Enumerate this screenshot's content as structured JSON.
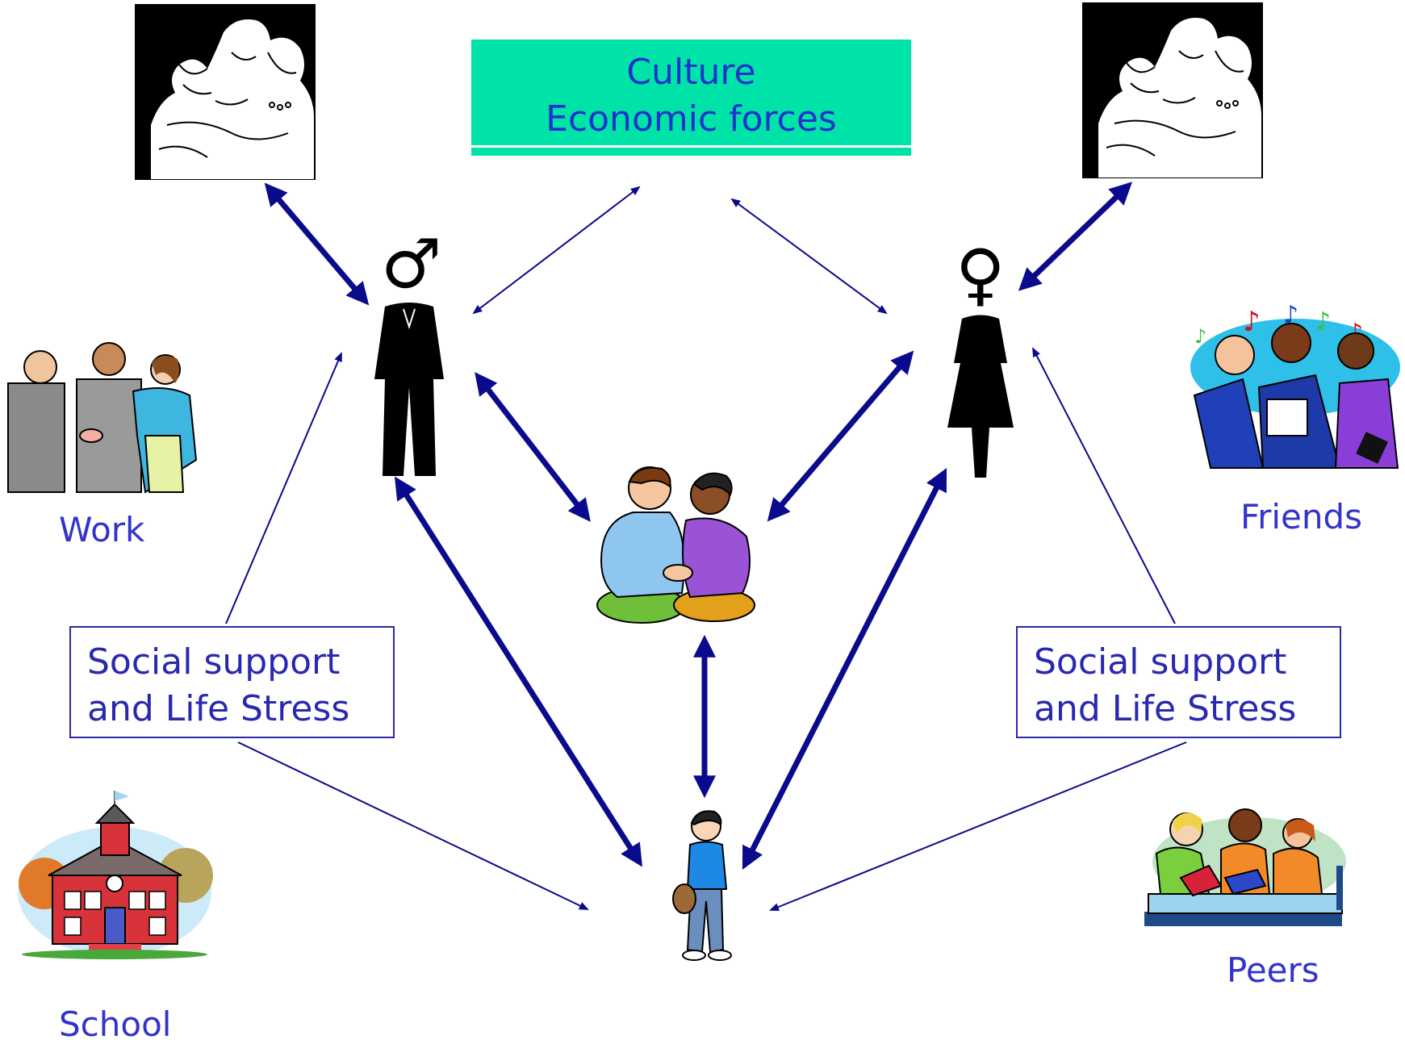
{
  "culture_box": {
    "line1": "Culture",
    "line2": "Economic forces"
  },
  "labels": {
    "work": "Work",
    "friends": "Friends",
    "school": "School",
    "peers": "Peers"
  },
  "stress_left": {
    "line1": "Social support",
    "line2": "and Life Stress"
  },
  "stress_right": {
    "line1": "Social support",
    "line2": "and Life Stress"
  },
  "symbols": {
    "male": "♂",
    "female": "♀"
  },
  "colors": {
    "arrow": "#0a0a8c",
    "label_text": "#3333cc",
    "culture_fill": "#00e3a8",
    "culture_text": "#1f33cc"
  }
}
